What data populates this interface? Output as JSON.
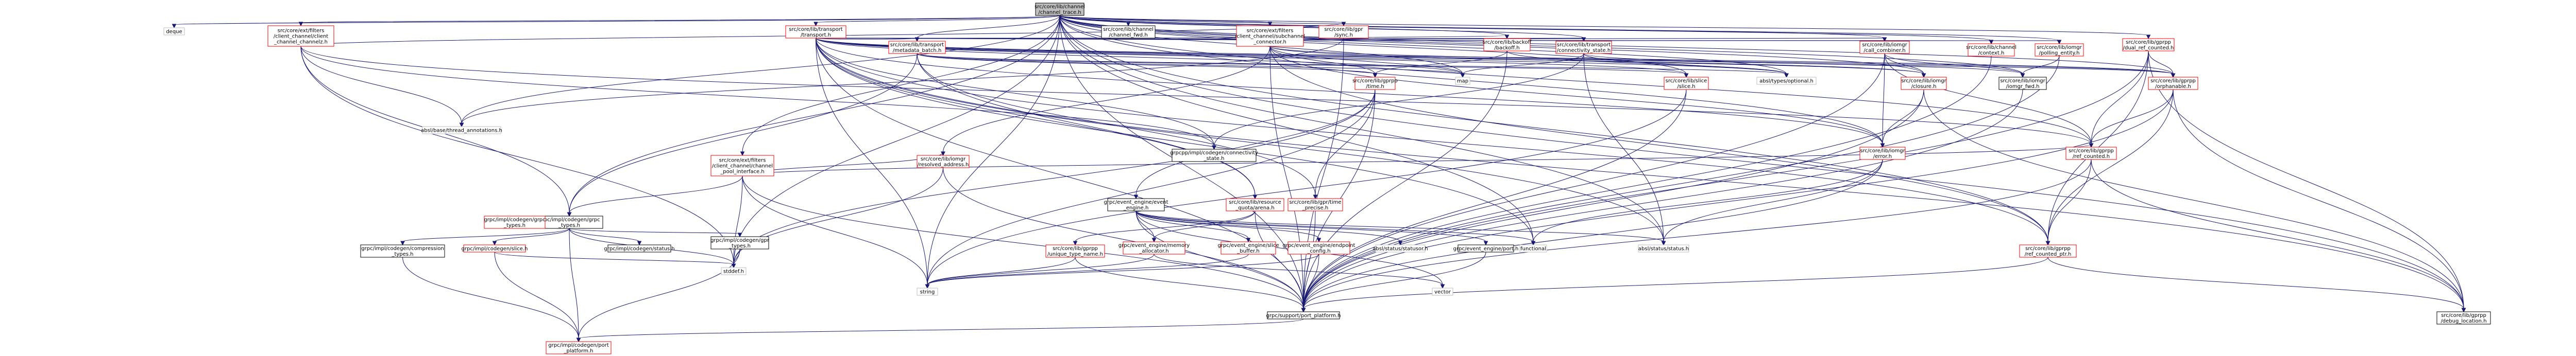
{
  "diagram": {
    "type": "include-dependency-graph",
    "colors": {
      "edge": "#191970",
      "root_fill": "#bfbfbf",
      "node_fill": "#ffffff",
      "black_border": "#000000",
      "red_border": "#ff0000",
      "grey_border": "#bfbfbf"
    },
    "nodes": [
      {
        "id": "root",
        "lines": [
          "src/core/lib/channel",
          "/channel_trace.h"
        ],
        "border": "black",
        "fill": "root"
      },
      {
        "id": "deque",
        "lines": [
          "deque"
        ],
        "border": "grey"
      },
      {
        "id": "client_channel",
        "lines": [
          "src/core/ext/filters",
          "/client_channel/client",
          "_channel_channelz.h"
        ],
        "border": "red"
      },
      {
        "id": "transport",
        "lines": [
          "src/core/lib/transport",
          "/transport.h"
        ],
        "border": "red"
      },
      {
        "id": "channel_fwd",
        "lines": [
          "src/core/lib/channel",
          "/channel_fwd.h"
        ],
        "border": "black"
      },
      {
        "id": "subchannel",
        "lines": [
          "src/core/ext/filters",
          "/client_channel/subchannel",
          "_connector.h"
        ],
        "border": "red"
      },
      {
        "id": "grpc_types",
        "lines": [
          "grpc/impl/codegen/grpc",
          "_types.h"
        ],
        "border": "black"
      },
      {
        "id": "sync",
        "lines": [
          "src/core/lib/gpr",
          "/sync.h"
        ],
        "border": "red"
      },
      {
        "id": "thread_ann",
        "lines": [
          "absl/base/thread_annotations.h"
        ],
        "border": "grey"
      },
      {
        "id": "pool_iface",
        "lines": [
          "src/core/ext/filters",
          "/client_channel/channel",
          "_pool_interface.h"
        ],
        "border": "red"
      },
      {
        "id": "metadata_batch",
        "lines": [
          "src/core/lib/transport",
          "/metadata_batch.h"
        ],
        "border": "red"
      },
      {
        "id": "conn_state_cpp",
        "lines": [
          "grpcpp/impl/codegen/connectivity",
          "_state.h"
        ],
        "border": "black"
      },
      {
        "id": "map",
        "lines": [
          "map"
        ],
        "border": "grey"
      },
      {
        "id": "backoff",
        "lines": [
          "src/core/lib/backoff",
          "/backoff.h"
        ],
        "border": "red"
      },
      {
        "id": "conn_state",
        "lines": [
          "src/core/lib/transport",
          "/connectivity_state.h"
        ],
        "border": "red"
      },
      {
        "id": "slice_h",
        "lines": [
          "src/core/lib/slice",
          "/slice.h"
        ],
        "border": "red"
      },
      {
        "id": "optional",
        "lines": [
          "absl/types/optional.h"
        ],
        "border": "grey"
      },
      {
        "id": "call_combiner",
        "lines": [
          "src/core/lib/iomgr",
          "/call_combiner.h"
        ],
        "border": "red"
      },
      {
        "id": "channel_ctx",
        "lines": [
          "src/core/lib/channel",
          "/context.h"
        ],
        "border": "red"
      },
      {
        "id": "polling",
        "lines": [
          "src/core/lib/iomgr",
          "/polling_entity.h"
        ],
        "border": "red"
      },
      {
        "id": "dual_ref",
        "lines": [
          "src/core/lib/gprpp",
          "/dual_ref_counted.h"
        ],
        "border": "red"
      },
      {
        "id": "resolved_addr",
        "lines": [
          "src/core/lib/iomgr",
          "/resolved_address.h"
        ],
        "border": "red"
      },
      {
        "id": "time",
        "lines": [
          "src/core/lib/gprpp",
          "/time.h"
        ],
        "border": "red"
      },
      {
        "id": "closure",
        "lines": [
          "src/core/lib/iomgr",
          "/closure.h"
        ],
        "border": "red"
      },
      {
        "id": "iomgr_fwd",
        "lines": [
          "src/core/lib/iomgr",
          "/iomgr_fwd.h"
        ],
        "border": "black"
      },
      {
        "id": "orphanable",
        "lines": [
          "src/core/lib/gprpp",
          "/orphanable.h"
        ],
        "border": "red"
      },
      {
        "id": "grpc_types_sub",
        "lines": [
          "grpc/impl/codegen/grpc",
          "_types.h"
        ],
        "border": "red"
      },
      {
        "id": "event_engine",
        "lines": [
          "grpc/event_engine/event",
          "_engine.h"
        ],
        "border": "black"
      },
      {
        "id": "resource_quota",
        "lines": [
          "src/core/lib/resource",
          "_quota/arena.h"
        ],
        "border": "red"
      },
      {
        "id": "time_precise",
        "lines": [
          "src/core/lib/gpr/time",
          "_precise.h"
        ],
        "border": "red"
      },
      {
        "id": "error",
        "lines": [
          "src/core/lib/iomgr",
          "/error.h"
        ],
        "border": "red"
      },
      {
        "id": "ref_counted",
        "lines": [
          "src/core/lib/gprpp",
          "/ref_counted.h"
        ],
        "border": "red"
      },
      {
        "id": "compression",
        "lines": [
          "grpc/impl/codegen/compression",
          "_types.h"
        ],
        "border": "black"
      },
      {
        "id": "slice_codegen",
        "lines": [
          "grpc/impl/codegen/slice.h"
        ],
        "border": "red"
      },
      {
        "id": "status_cg",
        "lines": [
          "grpc/impl/codegen/status.h"
        ],
        "border": "black"
      },
      {
        "id": "gpr_types",
        "lines": [
          "grpc/impl/codegen/gpr",
          "_types.h"
        ],
        "border": "black"
      },
      {
        "id": "unique_type",
        "lines": [
          "src/core/lib/gprpp",
          "/unique_type_name.h"
        ],
        "border": "red"
      },
      {
        "id": "memory_alloc",
        "lines": [
          "grpc/event_engine/memory",
          "_allocator.h"
        ],
        "border": "red"
      },
      {
        "id": "slice_buffer",
        "lines": [
          "grpc/event_engine/slice",
          "_buffer.h"
        ],
        "border": "red"
      },
      {
        "id": "endpoint_cfg",
        "lines": [
          "grpc/event_engine/endpoint",
          "_config.h"
        ],
        "border": "red"
      },
      {
        "id": "statusor",
        "lines": [
          "absl/status/statusor.h"
        ],
        "border": "grey"
      },
      {
        "id": "port_h",
        "lines": [
          "grpc/event_engine/port.h"
        ],
        "border": "black"
      },
      {
        "id": "functional",
        "lines": [
          "functional"
        ],
        "border": "grey"
      },
      {
        "id": "abs_status",
        "lines": [
          "absl/status/status.h"
        ],
        "border": "grey"
      },
      {
        "id": "ref_counted_ptr",
        "lines": [
          "src/core/lib/gprpp",
          "/ref_counted_ptr.h"
        ],
        "border": "red"
      },
      {
        "id": "stddef",
        "lines": [
          "stddef.h"
        ],
        "border": "grey"
      },
      {
        "id": "string",
        "lines": [
          "string"
        ],
        "border": "grey"
      },
      {
        "id": "vector",
        "lines": [
          "vector"
        ],
        "border": "grey"
      },
      {
        "id": "port_platform",
        "lines": [
          "grpc/support/port_platform.h"
        ],
        "border": "black"
      },
      {
        "id": "debug_location",
        "lines": [
          "src/core/lib/gprpp",
          "/debug_location.h"
        ],
        "border": "black"
      },
      {
        "id": "impl_port_platform",
        "lines": [
          "grpc/impl/codegen/port",
          "_platform.h"
        ],
        "border": "red"
      }
    ],
    "edges": [
      [
        "root",
        "deque"
      ],
      [
        "root",
        "client_channel"
      ],
      [
        "root",
        "transport"
      ],
      [
        "root",
        "channel_fwd"
      ],
      [
        "root",
        "subchannel"
      ],
      [
        "root",
        "grpc_types"
      ],
      [
        "root",
        "sync"
      ],
      [
        "root",
        "thread_ann"
      ],
      [
        "root",
        "pool_iface"
      ],
      [
        "root",
        "metadata_batch"
      ],
      [
        "root",
        "map"
      ],
      [
        "root",
        "backoff"
      ],
      [
        "root",
        "conn_state"
      ],
      [
        "root",
        "slice_h"
      ],
      [
        "root",
        "optional"
      ],
      [
        "root",
        "call_combiner"
      ],
      [
        "root",
        "channel_ctx"
      ],
      [
        "root",
        "polling"
      ],
      [
        "root",
        "dual_ref"
      ],
      [
        "root",
        "closure"
      ],
      [
        "root",
        "iomgr_fwd"
      ],
      [
        "root",
        "orphanable"
      ],
      [
        "root",
        "error"
      ],
      [
        "root",
        "ref_counted"
      ],
      [
        "root",
        "stddef"
      ],
      [
        "root",
        "string"
      ],
      [
        "root",
        "port_platform"
      ],
      [
        "root",
        "debug_location"
      ],
      [
        "root",
        "functional"
      ],
      [
        "root",
        "abs_status"
      ],
      [
        "root",
        "ref_counted_ptr"
      ],
      [
        "client_channel",
        "conn_state_cpp"
      ],
      [
        "client_channel",
        "thread_ann"
      ],
      [
        "client_channel",
        "sync"
      ],
      [
        "client_channel",
        "stddef"
      ],
      [
        "client_channel",
        "grpc_types"
      ],
      [
        "client_channel",
        "ref_counted"
      ],
      [
        "transport",
        "metadata_batch"
      ],
      [
        "transport",
        "backoff"
      ],
      [
        "transport",
        "conn_state"
      ],
      [
        "transport",
        "slice_h"
      ],
      [
        "transport",
        "optional"
      ],
      [
        "transport",
        "call_combiner"
      ],
      [
        "transport",
        "channel_ctx"
      ],
      [
        "transport",
        "polling"
      ],
      [
        "transport",
        "closure"
      ],
      [
        "transport",
        "iomgr_fwd"
      ],
      [
        "transport",
        "orphanable"
      ],
      [
        "transport",
        "resource_quota"
      ],
      [
        "transport",
        "error"
      ],
      [
        "transport",
        "functional"
      ],
      [
        "transport",
        "string"
      ],
      [
        "transport",
        "port_platform"
      ],
      [
        "transport",
        "abs_status"
      ],
      [
        "transport",
        "map"
      ],
      [
        "transport",
        "conn_state_cpp"
      ],
      [
        "transport",
        "ref_counted_ptr"
      ],
      [
        "transport",
        "debug_location"
      ],
      [
        "subchannel",
        "map"
      ],
      [
        "subchannel",
        "resolved_addr"
      ],
      [
        "subchannel",
        "time"
      ],
      [
        "subchannel",
        "closure"
      ],
      [
        "subchannel",
        "orphanable"
      ],
      [
        "subchannel",
        "error"
      ],
      [
        "subchannel",
        "port_platform"
      ],
      [
        "subchannel",
        "ref_counted_ptr"
      ],
      [
        "sync",
        "thread_ann"
      ],
      [
        "sync",
        "port_platform"
      ],
      [
        "pool_iface",
        "grpc_types"
      ],
      [
        "pool_iface",
        "resolved_addr"
      ],
      [
        "pool_iface",
        "ref_counted"
      ],
      [
        "pool_iface",
        "port_platform"
      ],
      [
        "pool_iface",
        "string"
      ],
      [
        "pool_iface",
        "stddef"
      ],
      [
        "metadata_batch",
        "time"
      ],
      [
        "metadata_batch",
        "map"
      ],
      [
        "metadata_batch",
        "slice_h"
      ],
      [
        "metadata_batch",
        "time_precise"
      ],
      [
        "metadata_batch",
        "resource_quota"
      ],
      [
        "metadata_batch",
        "optional"
      ],
      [
        "metadata_batch",
        "grpc_types"
      ],
      [
        "backoff",
        "time"
      ],
      [
        "backoff",
        "port_platform"
      ],
      [
        "backoff",
        "optional"
      ],
      [
        "conn_state",
        "conn_state_cpp"
      ],
      [
        "conn_state",
        "orphanable"
      ],
      [
        "conn_state",
        "abs_status"
      ],
      [
        "conn_state",
        "map"
      ],
      [
        "conn_state",
        "optional"
      ],
      [
        "slice_h",
        "port_platform"
      ],
      [
        "slice_h",
        "string"
      ],
      [
        "call_combiner",
        "closure"
      ],
      [
        "call_combiner",
        "error"
      ],
      [
        "call_combiner",
        "ref_counted"
      ],
      [
        "call_combiner",
        "iomgr_fwd"
      ],
      [
        "call_combiner",
        "port_platform"
      ],
      [
        "channel_ctx",
        "port_platform"
      ],
      [
        "polling",
        "iomgr_fwd"
      ],
      [
        "polling",
        "port_platform"
      ],
      [
        "dual_ref",
        "orphanable"
      ],
      [
        "dual_ref",
        "ref_counted_ptr"
      ],
      [
        "dual_ref",
        "debug_location"
      ],
      [
        "dual_ref",
        "port_platform"
      ],
      [
        "dual_ref",
        "ref_counted"
      ],
      [
        "resolved_addr",
        "stddef"
      ],
      [
        "resolved_addr",
        "port_platform"
      ],
      [
        "time",
        "event_engine"
      ],
      [
        "time",
        "time_precise"
      ],
      [
        "time",
        "string"
      ],
      [
        "time",
        "stddef"
      ],
      [
        "time",
        "port_platform"
      ],
      [
        "closure",
        "error"
      ],
      [
        "closure",
        "port_platform"
      ],
      [
        "closure",
        "debug_location"
      ],
      [
        "iomgr_fwd",
        "port_platform"
      ],
      [
        "orphanable",
        "ref_counted"
      ],
      [
        "orphanable",
        "ref_counted_ptr"
      ],
      [
        "orphanable",
        "debug_location"
      ],
      [
        "orphanable",
        "port_platform"
      ],
      [
        "grpc_types",
        "compression"
      ],
      [
        "grpc_types",
        "slice_codegen"
      ],
      [
        "grpc_types",
        "status_cg"
      ],
      [
        "grpc_types",
        "gpr_types"
      ],
      [
        "grpc_types",
        "stddef"
      ],
      [
        "grpc_types",
        "impl_port_platform"
      ],
      [
        "event_engine",
        "memory_alloc"
      ],
      [
        "event_engine",
        "slice_buffer"
      ],
      [
        "event_engine",
        "endpoint_cfg"
      ],
      [
        "event_engine",
        "statusor"
      ],
      [
        "event_engine",
        "port_h"
      ],
      [
        "event_engine",
        "functional"
      ],
      [
        "event_engine",
        "abs_status"
      ],
      [
        "event_engine",
        "vector"
      ],
      [
        "event_engine",
        "port_platform"
      ],
      [
        "resource_quota",
        "unique_type"
      ],
      [
        "resource_quota",
        "memory_alloc"
      ],
      [
        "resource_quota",
        "port_platform"
      ],
      [
        "time_precise",
        "port_platform"
      ],
      [
        "error",
        "abs_status"
      ],
      [
        "error",
        "port_platform"
      ],
      [
        "error",
        "functional"
      ],
      [
        "ref_counted",
        "ref_counted_ptr"
      ],
      [
        "ref_counted",
        "debug_location"
      ],
      [
        "ref_counted",
        "port_platform"
      ],
      [
        "ref_counted_ptr",
        "debug_location"
      ],
      [
        "ref_counted_ptr",
        "port_platform"
      ],
      [
        "compression",
        "impl_port_platform"
      ],
      [
        "slice_codegen",
        "impl_port_platform"
      ],
      [
        "slice_codegen",
        "stddef"
      ],
      [
        "gpr_types",
        "stddef"
      ],
      [
        "gpr_types",
        "impl_port_platform"
      ],
      [
        "unique_type",
        "string"
      ],
      [
        "unique_type",
        "port_platform"
      ],
      [
        "memory_alloc",
        "vector"
      ],
      [
        "memory_alloc",
        "string"
      ],
      [
        "slice_buffer",
        "string"
      ],
      [
        "endpoint_cfg",
        "string"
      ],
      [
        "endpoint_cfg",
        "port_platform"
      ],
      [
        "port_h",
        "port_platform"
      ],
      [
        "port_platform",
        "impl_port_platform"
      ]
    ]
  }
}
